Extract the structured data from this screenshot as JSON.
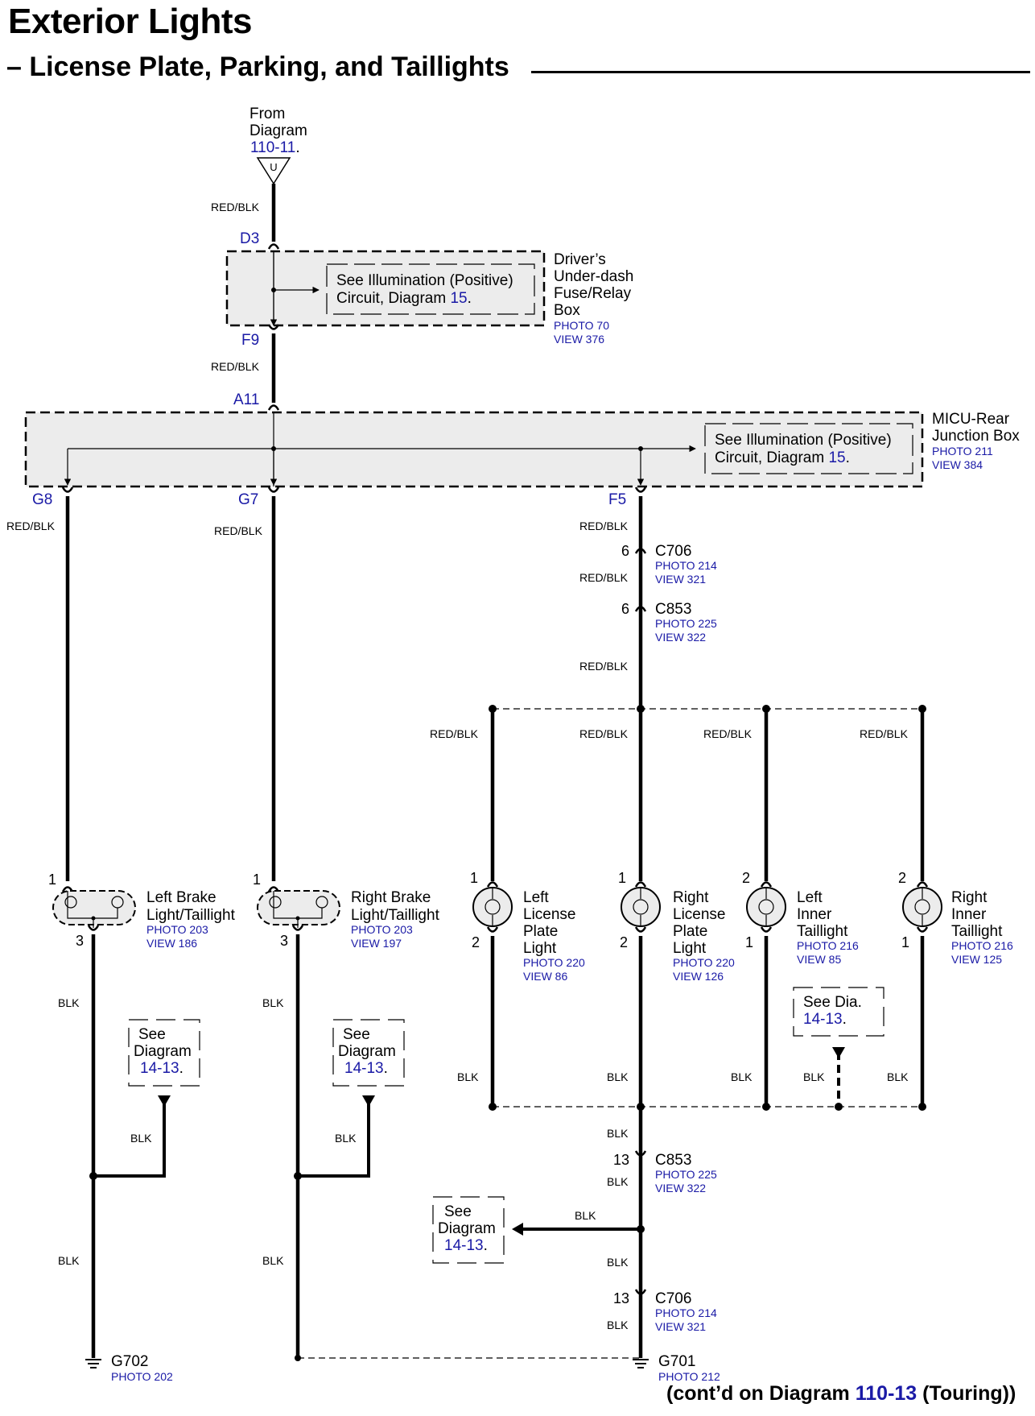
{
  "header": {
    "title": "Exterior Lights",
    "subtitle": "– License Plate, Parking, and Taillights"
  },
  "colors": {
    "link": "#1a1aa6",
    "box_fill": "#ececec",
    "wire": "#000000"
  },
  "source": {
    "line1": "From",
    "line2": "Diagram",
    "ref": "110-11",
    "period": ".",
    "connector": "U"
  },
  "wires": {
    "red_blk": "RED/BLK",
    "blk": "BLK"
  },
  "fuse_box": {
    "terminal_in": "D3",
    "terminal_out": "F9",
    "note_line1": "See Illumination (Positive)",
    "note_line2_prefix": "Circuit, Diagram ",
    "note_ref": "15",
    "note_period": ".",
    "name_lines": [
      "Driver’s",
      "Under-dash",
      "Fuse/Relay",
      "Box"
    ],
    "photo": "PHOTO 70",
    "view": "VIEW 376"
  },
  "junction_box": {
    "terminal_in": "A11",
    "terminals_out": [
      "G8",
      "G7",
      "F5"
    ],
    "note_line1": "See Illumination (Positive)",
    "note_line2_prefix": "Circuit,  Diagram ",
    "note_ref": "15",
    "note_period": ".",
    "name_lines": [
      "MICU-Rear",
      "Junction Box"
    ],
    "photo": "PHOTO 211",
    "view": "VIEW 384"
  },
  "connectors": [
    {
      "pin": "6",
      "name": "C706",
      "photo": "PHOTO 214",
      "view": "VIEW 321"
    },
    {
      "pin": "6",
      "name": "C853",
      "photo": "PHOTO 225",
      "view": "VIEW 322"
    },
    {
      "pin": "13",
      "name": "C853",
      "photo": "PHOTO 225",
      "view": "VIEW 322"
    },
    {
      "pin": "13",
      "name": "C706",
      "photo": "PHOTO 214",
      "view": "VIEW 321"
    }
  ],
  "lights": [
    {
      "name_lines": [
        "Left Brake",
        "Light/Taillight"
      ],
      "pin_top": "1",
      "pin_bottom": "3",
      "photo": "PHOTO 203",
      "view": "VIEW 186"
    },
    {
      "name_lines": [
        "Right Brake",
        "Light/Taillight"
      ],
      "pin_top": "1",
      "pin_bottom": "3",
      "photo": "PHOTO 203",
      "view": "VIEW 197"
    },
    {
      "name_lines": [
        "Left",
        "License",
        "Plate",
        "Light"
      ],
      "pin_top": "1",
      "pin_bottom": "2",
      "photo": "PHOTO 220",
      "view": "VIEW 86"
    },
    {
      "name_lines": [
        "Right",
        "License",
        "Plate",
        "Light"
      ],
      "pin_top": "1",
      "pin_bottom": "2",
      "photo": "PHOTO 220",
      "view": "VIEW 126"
    },
    {
      "name_lines": [
        "Left",
        "Inner",
        "Taillight"
      ],
      "pin_top": "2",
      "pin_bottom": "1",
      "photo": "PHOTO 216",
      "view": "VIEW 85"
    },
    {
      "name_lines": [
        "Right",
        "Inner",
        "Taillight"
      ],
      "pin_top": "2",
      "pin_bottom": "1",
      "photo": "PHOTO 216",
      "view": "VIEW 125"
    }
  ],
  "see_diagram": {
    "line1": "See",
    "line2": "Diagram",
    "ref": "14-13",
    "period": ".",
    "short_line1": "See  Dia."
  },
  "grounds": [
    {
      "name": "G702",
      "photo": "PHOTO 202"
    },
    {
      "name": "G701",
      "photo": "PHOTO 212"
    }
  ],
  "footer": {
    "prefix": "(cont’d on Diagram ",
    "ref": "110-13",
    "suffix": " (Touring))"
  }
}
